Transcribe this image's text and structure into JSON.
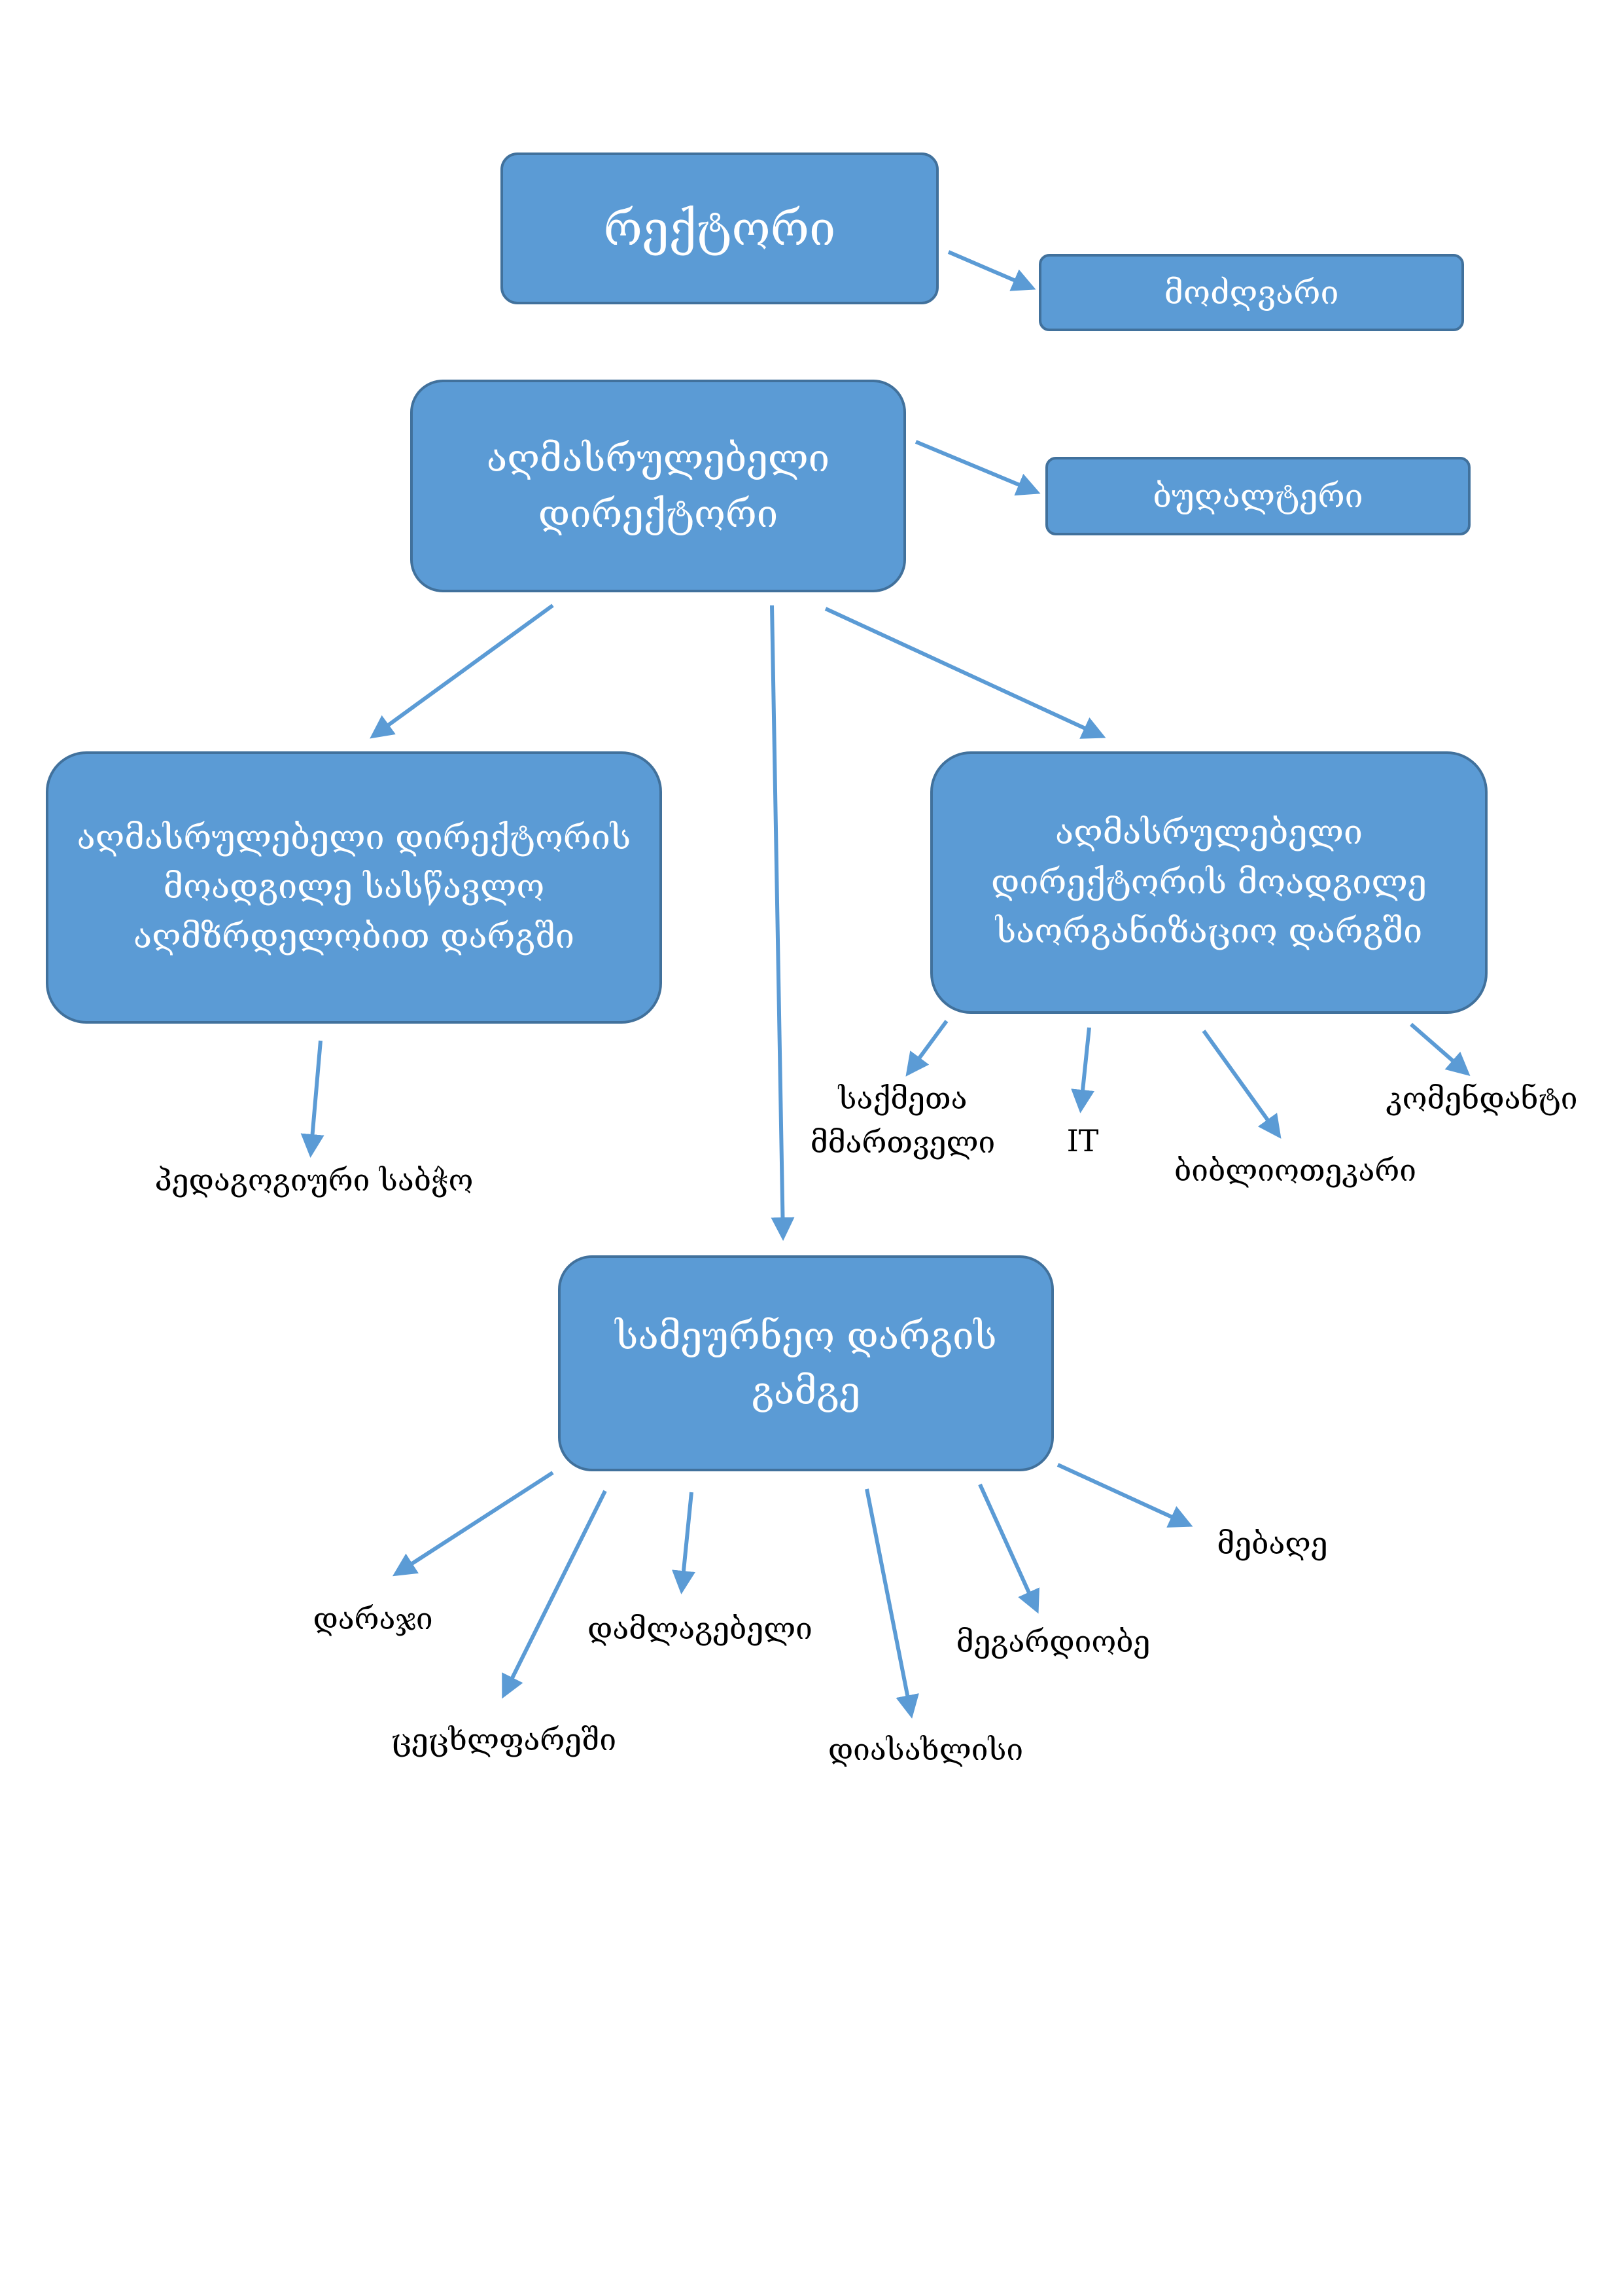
{
  "colors": {
    "box_fill": "#5b9bd5",
    "box_border": "#41719c",
    "arrow": "#5b9bd5",
    "box_text": "#ffffff",
    "label_text": "#000000"
  },
  "nodes": {
    "rector": "რექტორი",
    "assistant": "მოძღვარი",
    "exec_director": "აღმასრულებელი\nდირექტორი",
    "accountant": "ბუღალტერი",
    "deputy_education": "აღმასრულებელი დირექტორის\nმოადგილე სასწავლო\nაღმზრდელობით დარგში",
    "deputy_organization": "აღმასრულებელი\nდირექტორის მოადგილე\nსაორგანიზაციო დარგში",
    "household_head": "სამეურნეო დარგის\nგამგე"
  },
  "labels": {
    "pedagogical_council": "პედაგოგიური საბჭო",
    "office_manager": "საქმეთა\nმმართველი",
    "it": "IT",
    "librarian": "ბიბლიოთეკარი",
    "commandant": "კომენდანტი",
    "guard": "დარაჯი",
    "boiler_room": "ცეცხლფარეში",
    "cleaner": "დამლაგებელი",
    "housekeeper": "დიასახლისი",
    "wardrobe": "მეგარდიობე",
    "gardener": "მებაღე"
  }
}
